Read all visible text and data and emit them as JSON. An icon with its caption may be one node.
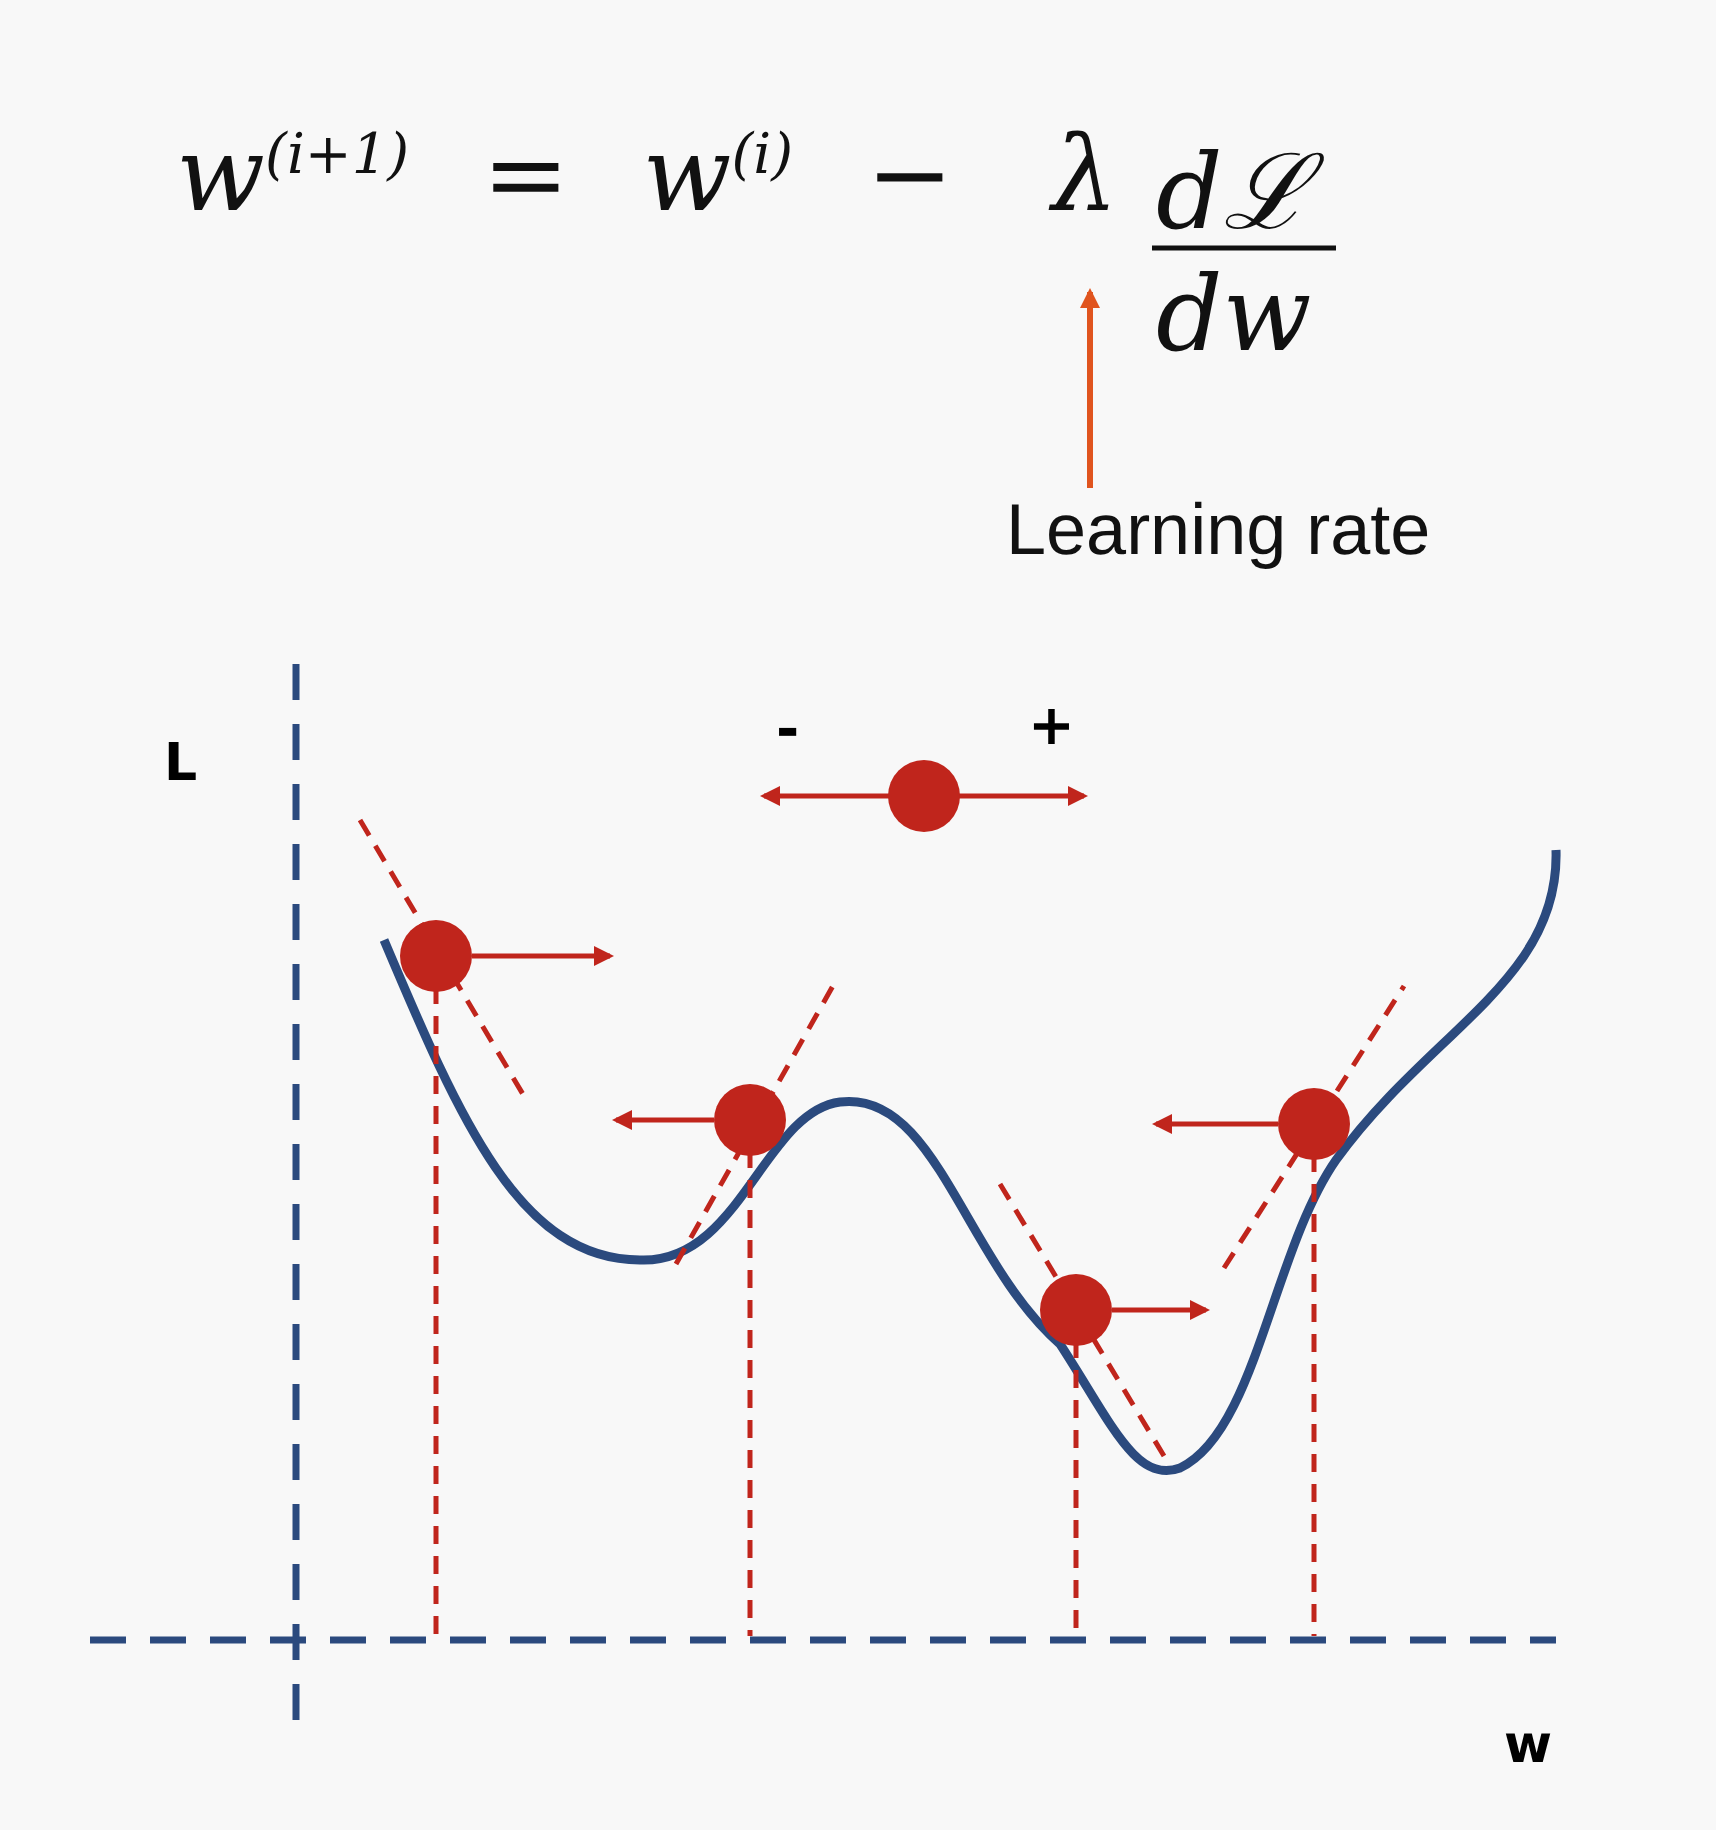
{
  "diagram": {
    "nodes": [
      {
        "text": [
          "λ"
        ]
      },
      {
        "text": [
          "Learning rate"
        ]
      }
    ],
    "edges": [
      {
        "from": 1,
        "to": 0,
        "arrow": "to"
      }
    ],
    "labels": [
      "w$^{(i+1)}$ = w$^{(i)}$ −",
      "dℒ",
      "dw",
      "-",
      "+",
      "L",
      "w"
    ]
  }
}
